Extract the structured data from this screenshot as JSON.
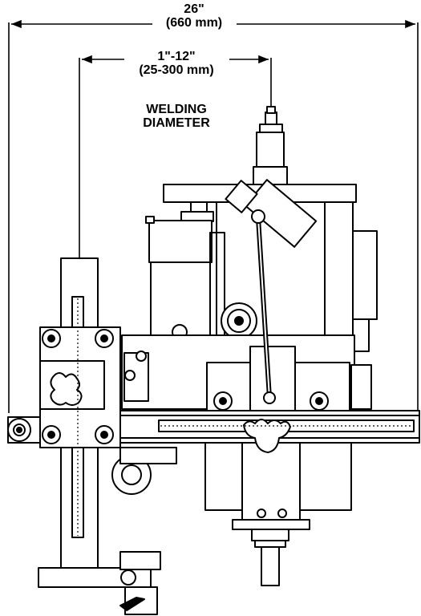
{
  "dimensions": {
    "overall": {
      "imperial": "26\"",
      "metric": "(660 mm)"
    },
    "welding_range": {
      "imperial": "1\"-12\"",
      "metric": "(25-300 mm)"
    }
  },
  "title": {
    "line1": "WELDING",
    "line2": "DIAMETER"
  },
  "colors": {
    "line": "#000000",
    "background": "#ffffff",
    "shade": "#d9d9d9"
  }
}
